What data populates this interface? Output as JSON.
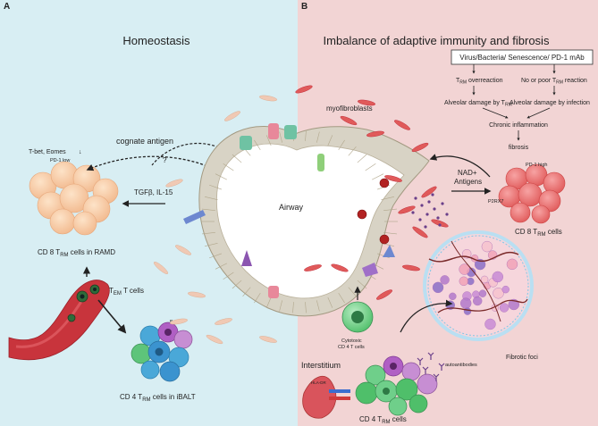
{
  "panels": {
    "a": {
      "letter": "A",
      "title": "Homeostasis",
      "bg_color": "#d8eef3"
    },
    "b": {
      "letter": "B",
      "title": "Imbalance of adaptive immunity and fibrosis",
      "bg_color": "#f2d4d4"
    }
  },
  "labels": {
    "tbet": "T-bet, Eomes",
    "pd1_low": "PD-1 low",
    "cognate": "cognate antigen",
    "question": "?",
    "tgfb": "TGFβ, IL-15",
    "cd8_ramd": "CD 8 T",
    "cd8_ramd_sub": "RM",
    "cd8_ramd_suffix": " cells in RAMD",
    "tem": "T",
    "tem_sub": "EM",
    "tem_suffix": " T cells",
    "bcell": "B cell",
    "cd4_ibalt": "CD 4  T",
    "cd4_ibalt_sub": "RM",
    "cd4_ibalt_suffix": " cells in iBALT",
    "airway": "Airway",
    "interstitium": "Interstitium",
    "myofibroblasts": "myofibroblasts",
    "nad_antigens_1": "NAD+",
    "nad_antigens_2": "Antigens",
    "p2rx7": "P2RX7",
    "pd1_high": "PD-1 high",
    "cd8_trm": "CD 8 T",
    "cd8_trm_sub": "RM",
    "cd8_trm_suffix": " cells",
    "fibrotic_foci": "Fibrotic foci",
    "cytotoxic_1": "Cytotoxic",
    "cytotoxic_2": "CD 4 T cells",
    "autoantibodies": "autoantibodies",
    "hla_dr": "HLA-DR",
    "cd4_trm": "CD 4 T",
    "cd4_trm_sub": "RM",
    "cd4_trm_suffix": " cells"
  },
  "flowchart": {
    "box": "Virus/Bacteria/ Senescence/ PD-1 mAb",
    "left_1": "T",
    "left_1_sub": "RM",
    "left_1_suffix": " overreaction",
    "right_1": "No or poor T",
    "right_1_sub": "RM",
    "right_1_suffix": " reaction",
    "left_2": "Alveolar damage by T",
    "left_2_sub": "RM",
    "right_2": "Alveolar damage by infection",
    "chronic": "Chronic inflammation",
    "fibrosis": "fibrosis"
  }
}
